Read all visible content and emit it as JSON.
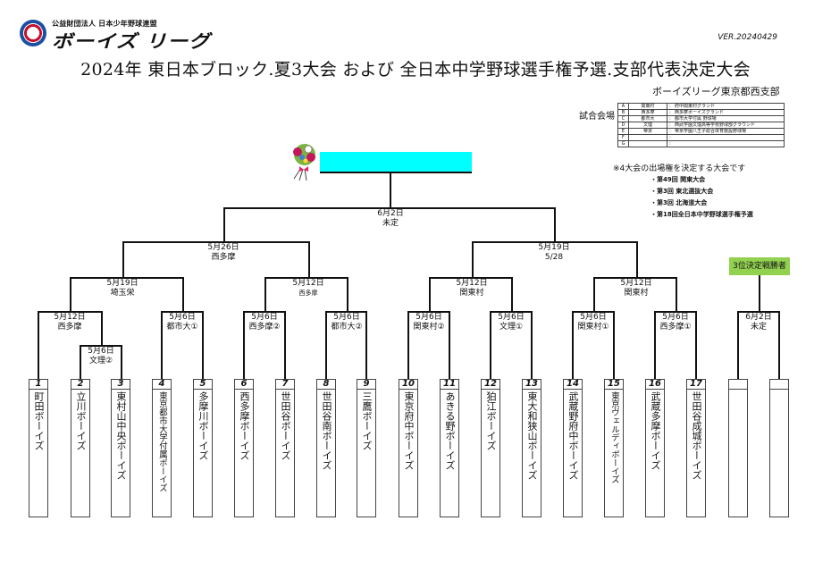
{
  "logo": {
    "org_line": "公益財団法人 日本少年野球連盟",
    "brand": "ボーイズ リーグ"
  },
  "version": "VER.20240429",
  "title": "2024年 東日本ブロック.夏3大会 および 全日本中学野球選手権予選.支部代表決定大会",
  "organizer": "ボーイズリーグ東京都西支部",
  "venues": {
    "label": "試合会場",
    "rows": [
      {
        "key": "A",
        "short": "関東村",
        "sep": ":",
        "name": "府中関東村グランド"
      },
      {
        "key": "B",
        "short": "西多摩",
        "sep": ":",
        "name": "西多摩ボーイズグランド"
      },
      {
        "key": "C",
        "short": "都市大",
        "sep": ":",
        "name": "都市大学付属 野球場"
      },
      {
        "key": "D",
        "short": "文理",
        "sep": ":",
        "name": "西武学園文理高等学校野球部グラウンド"
      },
      {
        "key": "E",
        "short": "帝京",
        "sep": ":",
        "name": "帝京学園八王子総合体育施設野球場"
      },
      {
        "key": "F",
        "short": "",
        "sep": ":",
        "name": ""
      },
      {
        "key": "G",
        "short": "",
        "sep": ":",
        "name": ""
      }
    ]
  },
  "note": {
    "text": "※4大会の出場権を決定する大会です",
    "tournaments": [
      "・第49回 関東大会",
      "・第3回 東北選抜大会",
      "・第3回 北海道大会",
      "・第18回全日本中学野球選手権予選"
    ]
  },
  "third_place_label": "3位決定戦勝者",
  "matches": {
    "final": {
      "date": "6月2日",
      "venue": "未定"
    },
    "semi_left": {
      "date": "5月26日",
      "venue": "西多摩"
    },
    "semi_right": {
      "date": "5月19日",
      "venue": "5/28"
    },
    "qf1": {
      "date": "5月19日",
      "venue": "埼玉栄"
    },
    "qf2": {
      "date": "5月12日",
      "venue": "西多摩"
    },
    "qf3": {
      "date": "5月12日",
      "venue": "関東村"
    },
    "qf4": {
      "date": "5月12日",
      "venue": "関東村"
    },
    "r1_a": {
      "date": "5月12日",
      "venue": "西多摩"
    },
    "r0_a": {
      "date": "5月6日",
      "venue": "文理②"
    },
    "r1_b": {
      "date": "5月6日",
      "venue": "都市大①"
    },
    "r1_c": {
      "date": "5月6日",
      "venue": "西多摩②"
    },
    "r1_d": {
      "date": "5月6日",
      "venue": "都市大②"
    },
    "r1_e": {
      "date": "5月6日",
      "venue": "関東村②"
    },
    "r1_f": {
      "date": "5月6日",
      "venue": "文理①"
    },
    "r1_g": {
      "date": "5月6日",
      "venue": "関東村①"
    },
    "r1_h": {
      "date": "5月6日",
      "venue": "西多摩①"
    },
    "third": {
      "date": "6月2日",
      "venue": "未定"
    }
  },
  "teams": [
    {
      "num": "1",
      "name": "町田ボーイズ"
    },
    {
      "num": "2",
      "name": "立川ボーイズ"
    },
    {
      "num": "3",
      "name": "東村山中央ボーイズ"
    },
    {
      "num": "4",
      "name": "東京都市大学付属ボーイズ"
    },
    {
      "num": "5",
      "name": "多摩川ボーイズ"
    },
    {
      "num": "6",
      "name": "西多摩ボーイズ"
    },
    {
      "num": "7",
      "name": "世田谷ボーイズ"
    },
    {
      "num": "8",
      "name": "世田谷南ボーイズ"
    },
    {
      "num": "9",
      "name": "三鷹ボーイズ"
    },
    {
      "num": "10",
      "name": "東京府中ボーイズ"
    },
    {
      "num": "11",
      "name": "あきる野ボーイズ"
    },
    {
      "num": "12",
      "name": "狛江ボーイズ"
    },
    {
      "num": "13",
      "name": "東大和狭山ボーイズ"
    },
    {
      "num": "14",
      "name": "武蔵野府中ボーイズ"
    },
    {
      "num": "15",
      "name": "東京ヴェルディボーイズ"
    },
    {
      "num": "16",
      "name": "武蔵多摩ボーイズ"
    },
    {
      "num": "17",
      "name": "世田谷成城ボーイズ"
    },
    {
      "num": "",
      "name": ""
    },
    {
      "num": "",
      "name": ""
    }
  ],
  "colors": {
    "champion_box": "#00ffff",
    "third_place_box": "#92d050",
    "line": "#111111"
  }
}
